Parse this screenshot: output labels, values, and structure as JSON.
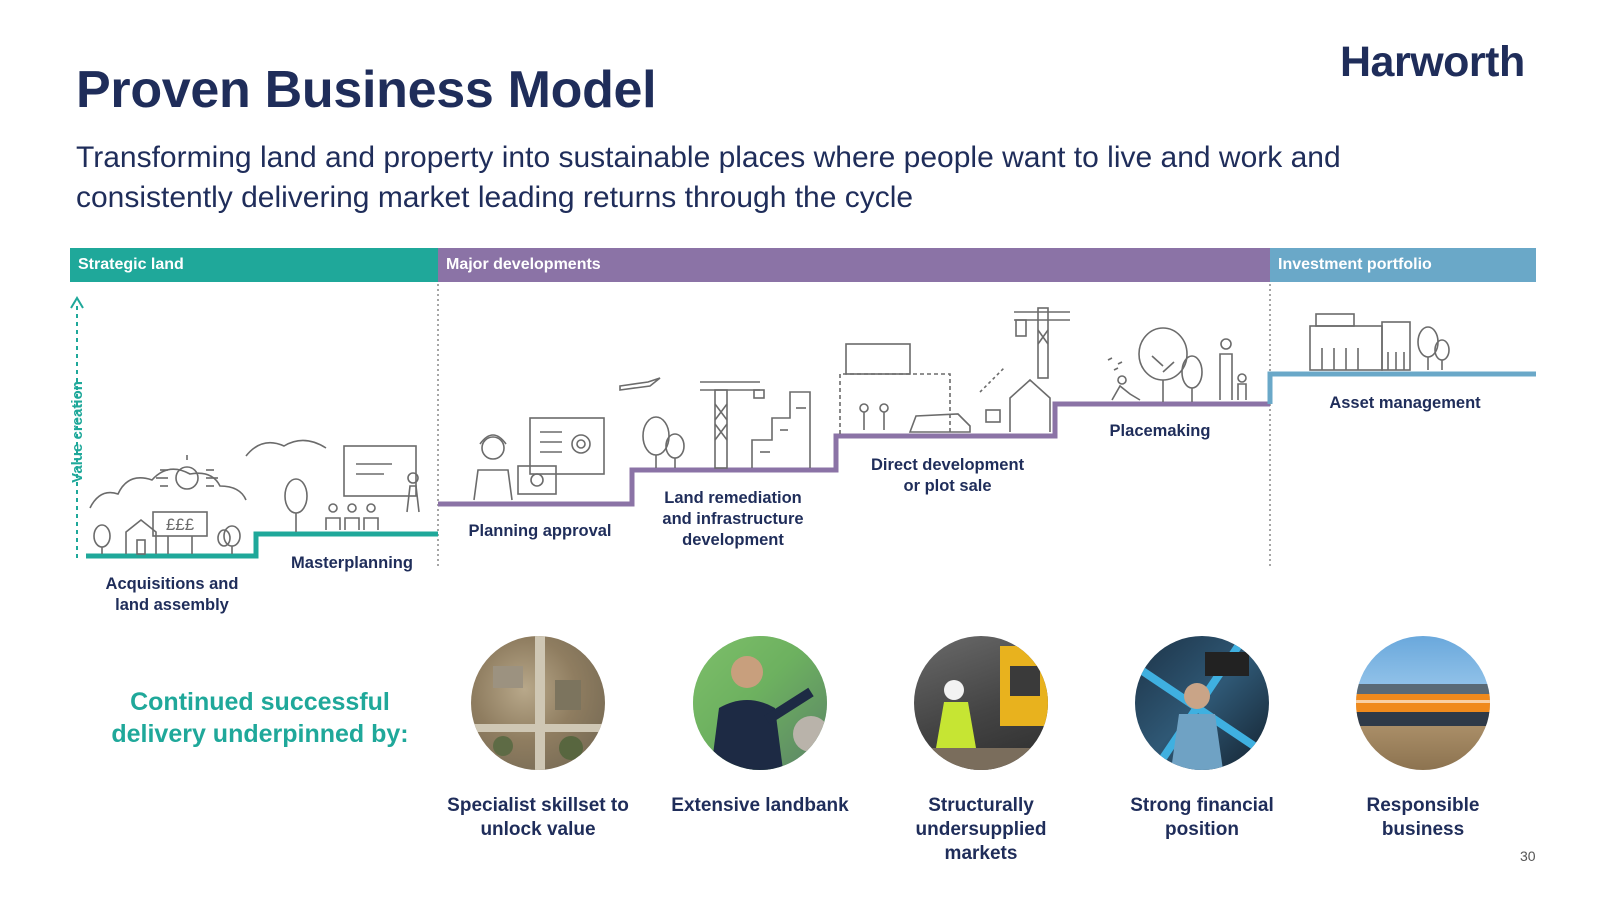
{
  "header": {
    "title": "Proven Business Model",
    "logo_text": "Harworth",
    "subtitle": "Transforming land and property into sustainable places where people want to live and work and consistently delivering market leading returns through the cycle"
  },
  "bands": {
    "strategic_land": "Strategic land",
    "major_developments": "Major developments",
    "investment_portfolio": "Investment portfolio"
  },
  "axis_label": "Value creation",
  "steps": {
    "acquisitions": [
      "Acquisitions and",
      "land assembly"
    ],
    "masterplanning": "Masterplanning",
    "planning": "Planning approval",
    "remediation": [
      "Land remediation",
      "and infrastructure",
      "development"
    ],
    "direct": [
      "Direct development",
      "or plot sale"
    ],
    "placemaking": "Placemaking",
    "asset": "Asset management"
  },
  "sign_text": "£££",
  "tagline": [
    "Continued successful",
    "delivery underpinned by:"
  ],
  "pillars": [
    {
      "caption": [
        "Specialist skillset to",
        "unlock value"
      ],
      "image": "aerial-site-photo"
    },
    {
      "caption": [
        "Extensive landbank"
      ],
      "image": "masterplan-presentation-photo"
    },
    {
      "caption": [
        "Structurally",
        "undersupplied",
        "markets"
      ],
      "image": "construction-workers-photo"
    },
    {
      "caption": [
        "Strong financial",
        "position"
      ],
      "image": "industrial-worker-photo"
    },
    {
      "caption": [
        "Responsible",
        "business"
      ],
      "image": "site-team-photo"
    }
  ],
  "colors": {
    "navy": "#1f2d5a",
    "teal": "#1fa89a",
    "purple": "#8b73a6",
    "blue": "#6aa8c8",
    "icon_gray": "#6b6b6b"
  },
  "page_number": "30"
}
